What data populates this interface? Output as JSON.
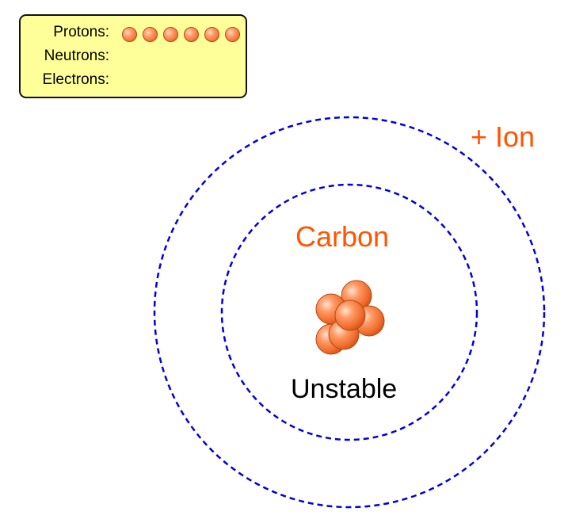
{
  "legend": {
    "protons_label": "Protons:",
    "neutrons_label": "Neutrons:",
    "electrons_label": "Electrons:",
    "proton_count": 6,
    "neutron_count": 0,
    "electron_count": 0
  },
  "atom": {
    "element_name": "Carbon",
    "charge_label": "+ Ion",
    "stability_label": "Unstable",
    "nucleon_count": 6
  },
  "colors": {
    "label_accent": "#ff5500",
    "orbit": "#0000dd",
    "legend_bg": "#ffff99",
    "particle": "#f06a2a"
  }
}
